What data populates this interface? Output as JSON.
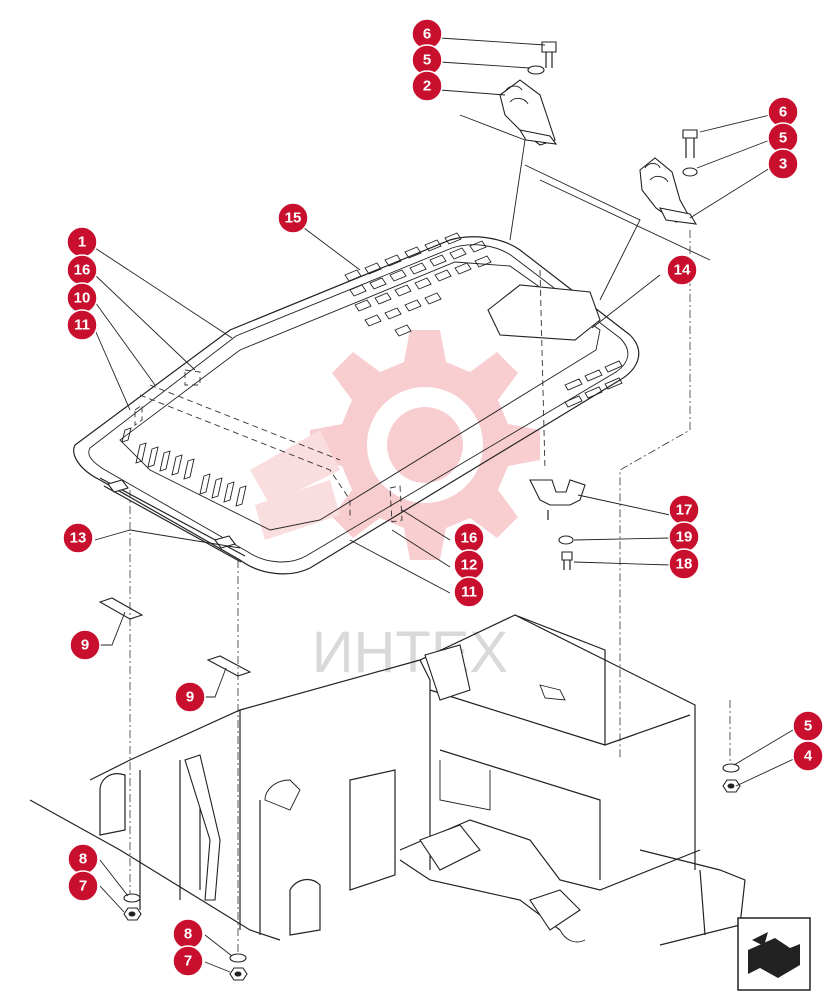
{
  "watermark": {
    "text": "ИНТЕХ",
    "color": "#f4a6ab"
  },
  "badge_color": "#c8102e",
  "callouts": [
    {
      "id": "c6a",
      "label": "6"
    },
    {
      "id": "c5a",
      "label": "5"
    },
    {
      "id": "c2",
      "label": "2"
    },
    {
      "id": "c6b",
      "label": "6"
    },
    {
      "id": "c5b",
      "label": "5"
    },
    {
      "id": "c3",
      "label": "3"
    },
    {
      "id": "c15",
      "label": "15"
    },
    {
      "id": "c1",
      "label": "1"
    },
    {
      "id": "c16a",
      "label": "16"
    },
    {
      "id": "c10",
      "label": "10"
    },
    {
      "id": "c11a",
      "label": "11"
    },
    {
      "id": "c14",
      "label": "14"
    },
    {
      "id": "c17",
      "label": "17"
    },
    {
      "id": "c19",
      "label": "19"
    },
    {
      "id": "c18",
      "label": "18"
    },
    {
      "id": "c16b",
      "label": "16"
    },
    {
      "id": "c12",
      "label": "12"
    },
    {
      "id": "c11b",
      "label": "11"
    },
    {
      "id": "c13",
      "label": "13"
    },
    {
      "id": "c9a",
      "label": "9"
    },
    {
      "id": "c9b",
      "label": "9"
    },
    {
      "id": "c5c",
      "label": "5"
    },
    {
      "id": "c4",
      "label": "4"
    },
    {
      "id": "c8a",
      "label": "8"
    },
    {
      "id": "c7a",
      "label": "7"
    },
    {
      "id": "c8b",
      "label": "8"
    },
    {
      "id": "c7b",
      "label": "7"
    }
  ],
  "nav_icon": "next-page-arrow-icon"
}
